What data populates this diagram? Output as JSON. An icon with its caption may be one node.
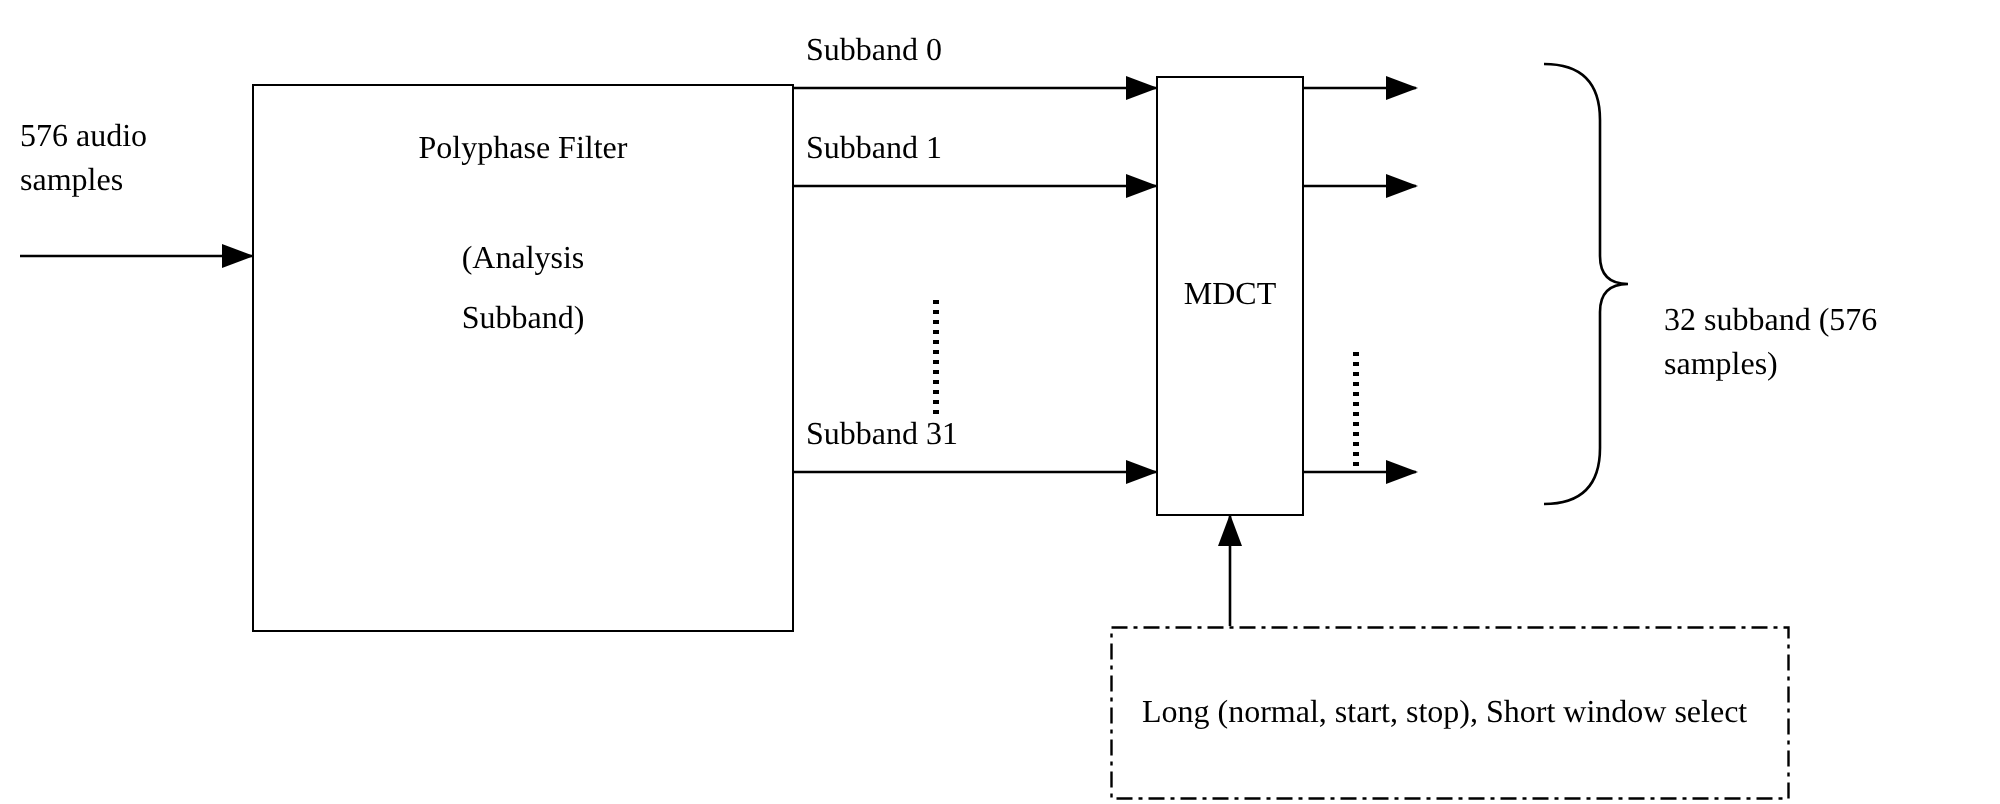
{
  "diagram": {
    "nodes": [
      {
        "text": [
          "Polyphase Filter",
          "(Analysis Subband)"
        ]
      },
      {
        "text": [
          "MDCT"
        ]
      },
      {
        "text": [
          "Long (normal, start, stop), Short window select"
        ]
      }
    ],
    "edges": [
      {
        "from": null,
        "to": 0,
        "arrow": "to"
      },
      {
        "from": 0,
        "to": 1,
        "arrow": "to",
        "label": "Subband 0"
      },
      {
        "from": 0,
        "to": 1,
        "arrow": "to",
        "label": "Subband 1"
      },
      {
        "from": 0,
        "to": 1,
        "arrow": "to",
        "label": "Subband 31"
      },
      {
        "from": 1,
        "to": null,
        "arrow": "to"
      },
      {
        "from": 1,
        "to": null,
        "arrow": "to"
      },
      {
        "from": 1,
        "to": null,
        "arrow": "to"
      },
      {
        "from": 2,
        "to": 1,
        "arrow": "to"
      }
    ],
    "labels": [
      "576 audio samples",
      "32 subband (576 samples)"
    ]
  }
}
